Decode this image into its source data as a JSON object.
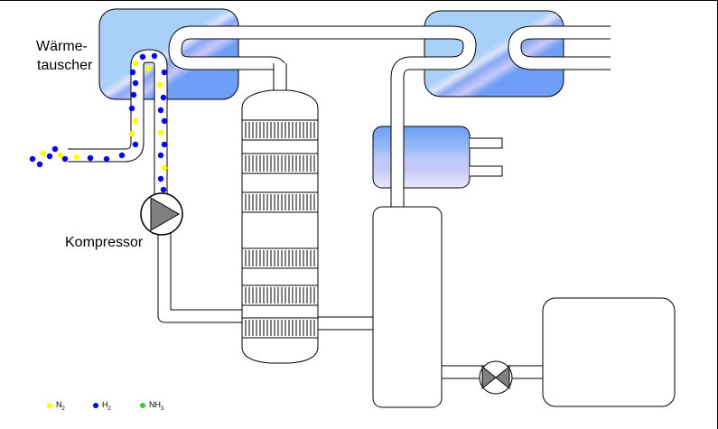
{
  "labels": {
    "heat_exchanger_line1": "Wärme-",
    "heat_exchanger_line2": "tauscher",
    "compressor": "Kompressor"
  },
  "legend": [
    {
      "formula": "N",
      "subscript": "2",
      "color": "#ffff00"
    },
    {
      "formula": "H",
      "subscript": "2",
      "color": "#0000ff"
    },
    {
      "formula": "NH",
      "subscript": "3",
      "color": "#33cc33"
    }
  ],
  "colors": {
    "pipe_outline": "#000000",
    "pipe_fill": "#ffffff",
    "exchanger_light": "#a8d0f8",
    "exchanger_mid": "#6f9ef6",
    "exchanger_stripe": "#c8c8f8",
    "pump_triangle": "#808080"
  },
  "icons": {
    "compressor": "pump-icon",
    "valve": "valve-icon"
  }
}
